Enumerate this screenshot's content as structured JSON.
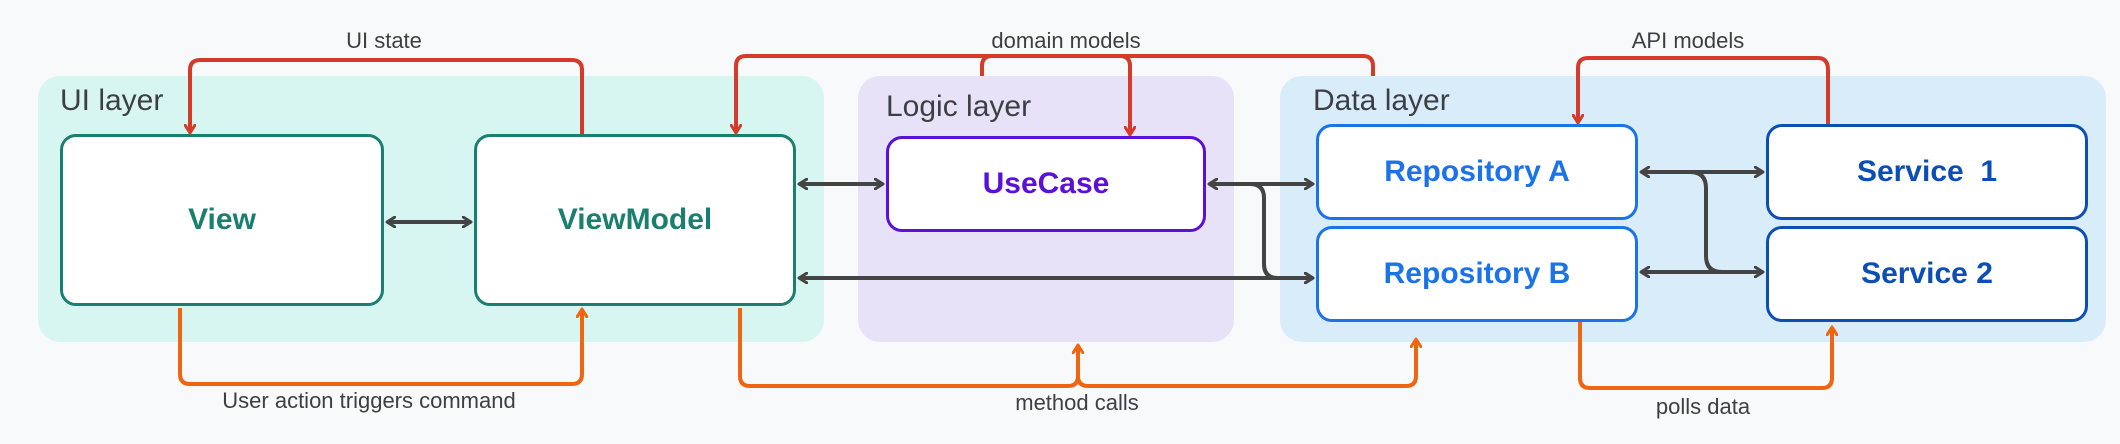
{
  "layers": {
    "ui": {
      "title": "UI layer",
      "color": "#d7f6f2"
    },
    "logic": {
      "title": "Logic layer",
      "color": "#e7e2f7"
    },
    "data": {
      "title": "Data layer",
      "color": "#d9ecfa"
    }
  },
  "nodes": {
    "view": {
      "label": "View",
      "color": "#1b7f70"
    },
    "viewmodel": {
      "label": "ViewModel",
      "color": "#1b7f70"
    },
    "usecase": {
      "label": "UseCase",
      "color": "#5b10d8"
    },
    "repo_a": {
      "label": "Repository A",
      "color": "#1a73e8"
    },
    "repo_b": {
      "label": "Repository B",
      "color": "#1a73e8"
    },
    "service1": {
      "label": "Service  1",
      "color": "#0b4fb5"
    },
    "service2": {
      "label": "Service 2",
      "color": "#0b4fb5"
    }
  },
  "edge_labels": {
    "ui_state": "UI state",
    "domain_models": "domain models",
    "api_models": "API models",
    "user_action": "User action triggers command",
    "method_calls": "method calls",
    "polls_data": "polls data"
  },
  "edge_colors": {
    "state_flow": "#d53a2a",
    "event_flow": "#f0650f",
    "dependency": "#444444"
  }
}
